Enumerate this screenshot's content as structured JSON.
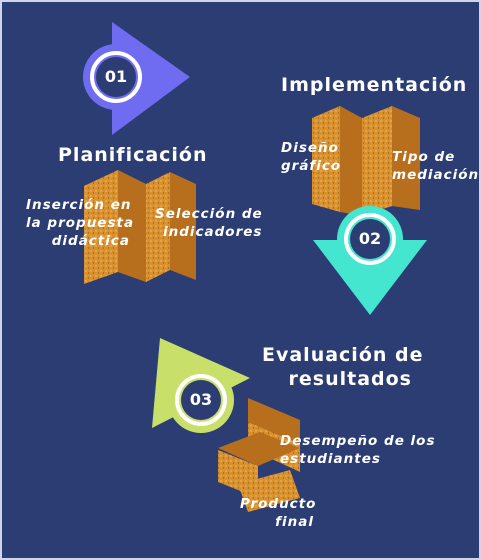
{
  "stages": [
    {
      "number": "01",
      "title": "Planificación",
      "items": [
        {
          "lines": [
            "Inserción en",
            "la propuesta",
            "didáctica"
          ]
        },
        {
          "lines": [
            "Selección de",
            "indicadores"
          ]
        }
      ]
    },
    {
      "number": "02",
      "title": "Implementación",
      "items": [
        {
          "lines": [
            "Diseño",
            "gráfico"
          ]
        },
        {
          "lines": [
            "Tipo de",
            "mediación"
          ]
        }
      ]
    },
    {
      "number": "03",
      "title_lines": [
        "Evaluación de",
        "resultados"
      ],
      "items": [
        {
          "lines": [
            "Desempeño de  los",
            "estudiantes"
          ]
        },
        {
          "lines": [
            "Producto",
            "final"
          ]
        }
      ]
    }
  ],
  "colors": {
    "background": "#2b3d72",
    "stage1": "#6f6cf2",
    "stage2": "#45e6d0",
    "stage3": "#c8e06a",
    "fold": "#d9912e",
    "text": "#ffffff"
  }
}
